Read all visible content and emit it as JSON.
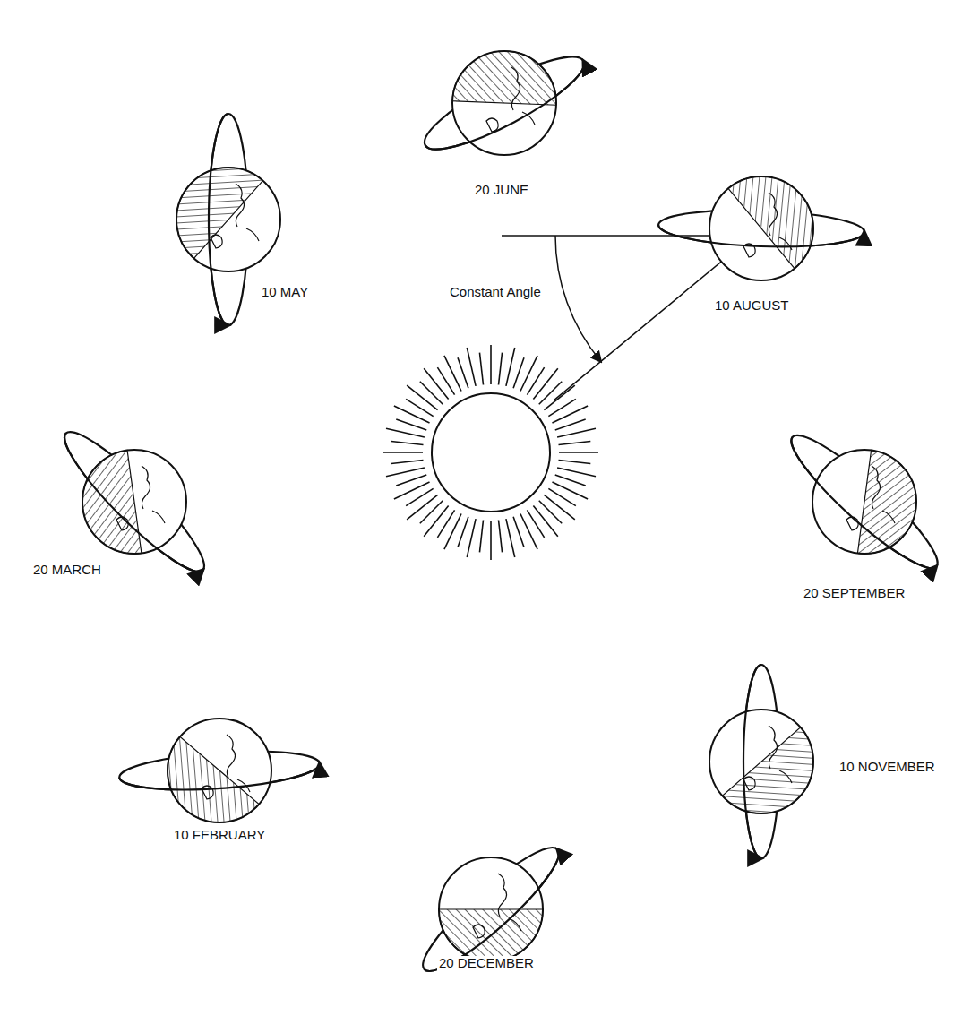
{
  "diagram": {
    "labels": [
      "20 JUNE",
      "10 MAY",
      "10 AUGUST",
      "Constant Angle",
      "20 MARCH",
      "20 SEPTEMBER",
      "10 FEBRUARY",
      "10 NOVEMBER",
      "20 DECEMBER"
    ]
  }
}
